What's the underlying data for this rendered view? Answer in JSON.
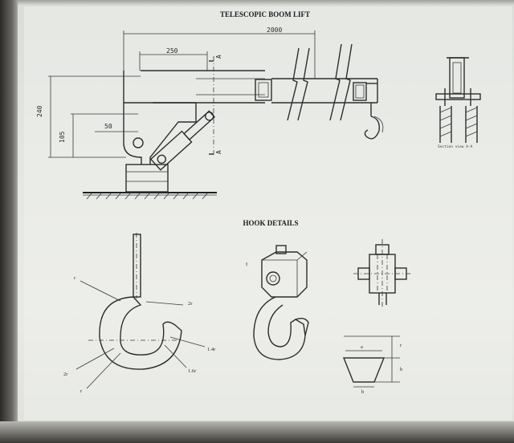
{
  "drawing": {
    "title": "TELESCOPIC BOOM LIFT",
    "hook_title": "HOOK DETAILS",
    "section_caption": "Section view A-A",
    "section_marker": "A",
    "marker_i": "I"
  },
  "dimensions": {
    "overall_length": "2000",
    "arm_offset": "250",
    "total_height": "240",
    "pivot_height": "105",
    "pivot_offset": "50"
  },
  "hook_labels": {
    "r_top": "r",
    "two_r_right": "2r",
    "one_4r": "1.4r",
    "one_6r": "1.6r",
    "two_r_left": "2r",
    "r_bottom": "r"
  },
  "block_labels": {
    "a": "a",
    "b_right": "b",
    "b_bottom": "b",
    "r": "r"
  }
}
